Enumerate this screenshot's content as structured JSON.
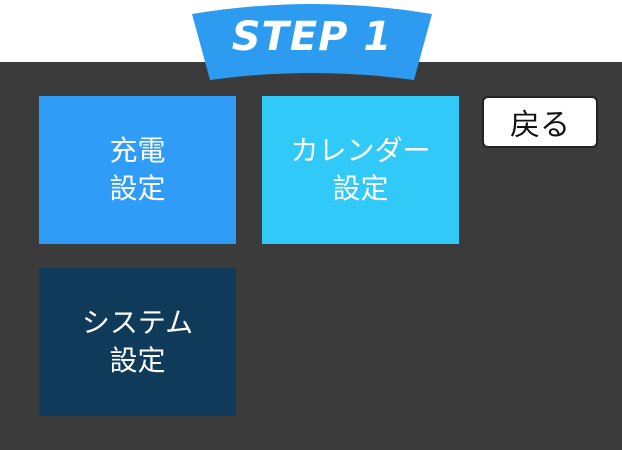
{
  "header": {
    "step_label": "STEP 1"
  },
  "menu": {
    "tiles": [
      {
        "line1": "充電",
        "line2": "設定"
      },
      {
        "line1": "カレンダー",
        "line2": "設定"
      },
      {
        "line1": "システム",
        "line2": "設定"
      }
    ],
    "back_label": "戻る"
  },
  "colors": {
    "screen_bg": "#3b3b3b",
    "badge_blue": "#2d9cf0",
    "tile_charge": "#2f9cf7",
    "tile_calendar": "#30c9f8",
    "tile_system": "#0f3a5a"
  }
}
